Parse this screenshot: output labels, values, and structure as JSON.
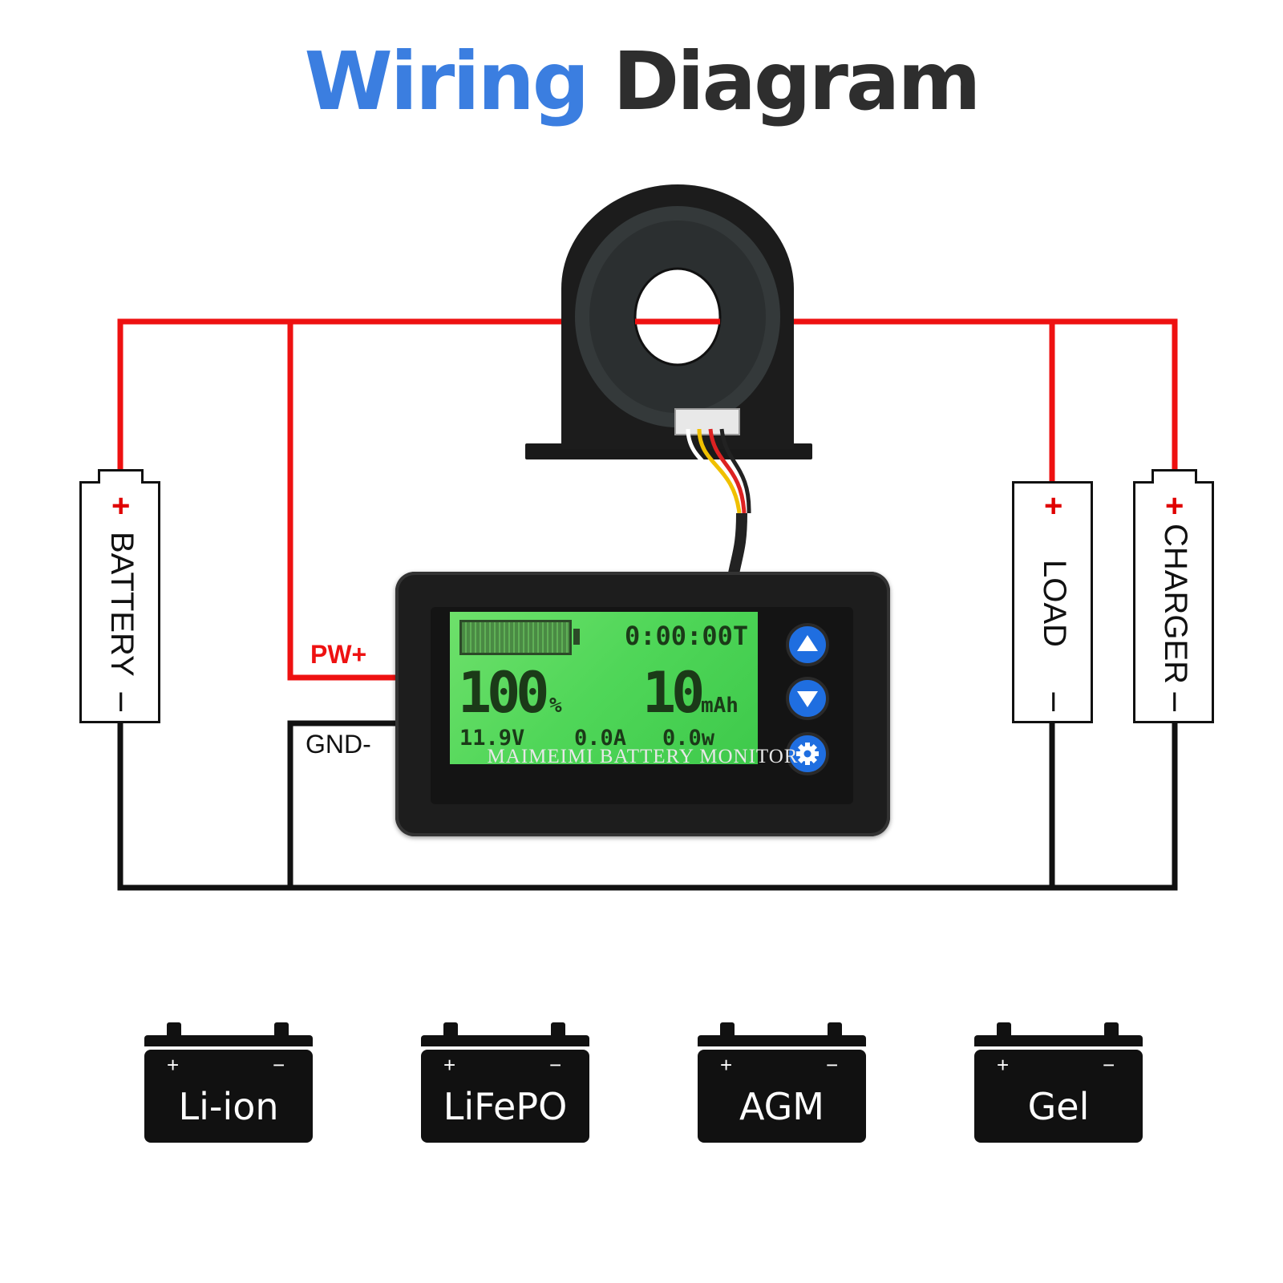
{
  "title": {
    "part1": "Wiring",
    "part2": "Diagram"
  },
  "components": {
    "battery": {
      "label": "BATTERY",
      "plus": "+",
      "minus": "I"
    },
    "load": {
      "label": "LOAD",
      "plus": "+",
      "minus": "I"
    },
    "charger": {
      "label": "CHARGER",
      "plus": "+",
      "minus": "I"
    }
  },
  "wires": {
    "power": "PW+",
    "ground": "GND-",
    "positive_color": "#ee1111",
    "negative_color": "#111111"
  },
  "monitor": {
    "brand": "MAIMEIMI BATTERY MONITOR",
    "lcd": {
      "time": "0:00:00T",
      "percent": "100",
      "percent_unit": "%",
      "capacity": "10",
      "capacity_unit": "mAh",
      "voltage": "11.9V",
      "current": "0.0A",
      "power": "0.0w"
    },
    "buttons": [
      "arrow-up-icon",
      "arrow-down-icon",
      "gear-icon"
    ]
  },
  "battery_types": [
    {
      "label": "Li-ion",
      "plus": "+",
      "minus": "−"
    },
    {
      "label": "LiFePO",
      "plus": "+",
      "minus": "−"
    },
    {
      "label": "AGM",
      "plus": "+",
      "minus": "−"
    },
    {
      "label": "Gel",
      "plus": "+",
      "minus": "−"
    }
  ]
}
